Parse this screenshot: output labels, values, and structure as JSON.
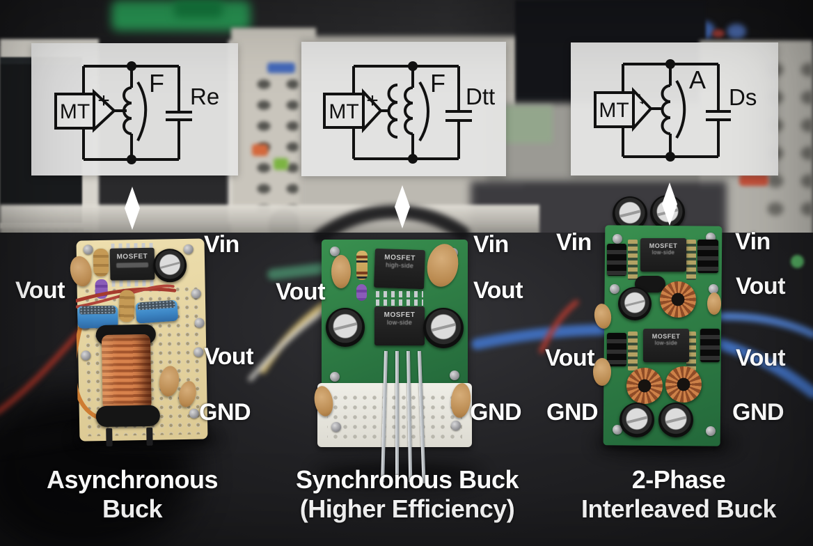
{
  "schematics": [
    {
      "source_box": "MT",
      "amp_symbol": "+",
      "inductor_label": "F",
      "right_label": "Re"
    },
    {
      "source_box": "MT",
      "amp_symbol": "+",
      "inductor_label": "F",
      "right_label": "Dtt"
    },
    {
      "source_box": "MT",
      "amp_symbol": "↓",
      "inductor_label": "A",
      "right_label": "Ds"
    }
  ],
  "boards": [
    {
      "caption_line1": "Asynchronous",
      "caption_line2": "Buck",
      "ic1_line1": "MOSFET",
      "pins": [
        {
          "text": "Vin"
        },
        {
          "text": "Vout"
        },
        {
          "text": "Vout"
        },
        {
          "text": "GND"
        }
      ]
    },
    {
      "caption_line1": "Synchronous Buck",
      "caption_line2": "(Higher Efficiency)",
      "ic1_line1": "MOSFET",
      "ic1_line2": "high-side",
      "ic2_line1": "MOSFET",
      "ic2_line2": "low-side",
      "pins": [
        {
          "text": "Vin"
        },
        {
          "text": "Vout"
        },
        {
          "text": "Vout"
        },
        {
          "text": "GND"
        }
      ]
    },
    {
      "caption_line1": "2-Phase",
      "caption_line2": "Interleaved Buck",
      "ic1_line1": "MOSFET",
      "ic1_line2": "low-side",
      "ic2_line1": "MOSFET",
      "ic2_line2": "low-side",
      "pins": [
        {
          "text": "Vin"
        },
        {
          "text": "Vin"
        },
        {
          "text": "Vout"
        },
        {
          "text": "Vout"
        },
        {
          "text": "Vout"
        },
        {
          "text": "GND"
        },
        {
          "text": "GND"
        }
      ]
    }
  ],
  "colors": {
    "pin_label": "#ffffff",
    "pcb_green": "#2e7f46",
    "schematic_ink": "#111111",
    "panel_bg": "#e3e3e2",
    "blue_cable": "#3f6cb8",
    "copper": "#c0703c"
  }
}
